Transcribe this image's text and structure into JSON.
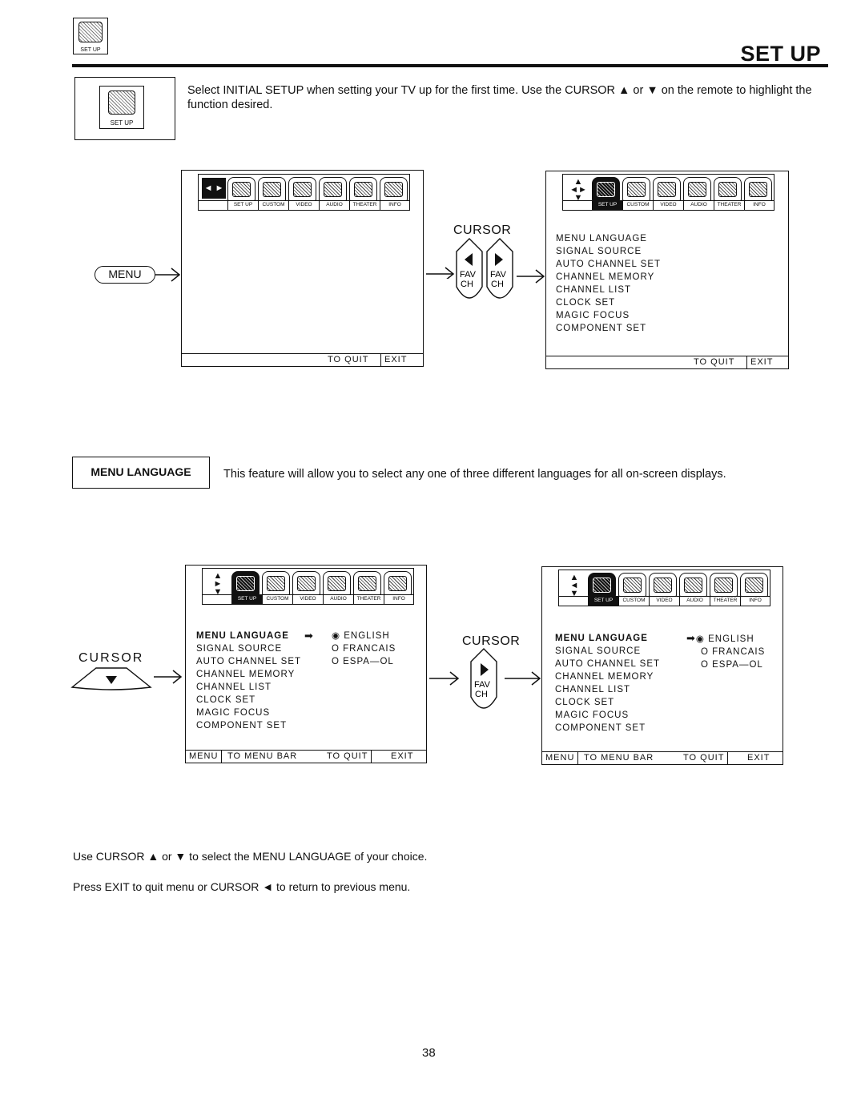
{
  "header": {
    "icon_label": "SET UP",
    "title": "SET UP"
  },
  "intro": {
    "icon_label": "SET UP",
    "text": "Select INITIAL SETUP when setting your TV up for the first time.  Use the CURSOR ▲ or ▼ on the remote to highlight the function desired."
  },
  "tabs": [
    "SET UP",
    "CUSTOM",
    "VIDEO",
    "AUDIO",
    "THEATER",
    "INFO"
  ],
  "menu_button": "MENU",
  "cursor_label": "CURSOR",
  "fav": {
    "top": "FAV",
    "bottom": "CH"
  },
  "setup_items": [
    "MENU LANGUAGE",
    "SIGNAL SOURCE",
    "AUTO CHANNEL SET",
    "CHANNEL MEMORY",
    "CHANNEL LIST",
    "CLOCK SET",
    "MAGIC FOCUS",
    "COMPONENT SET"
  ],
  "footer": {
    "to_quit": "TO QUIT",
    "exit": "EXIT",
    "menu": "MENU",
    "to_menu_bar": "TO MENU BAR"
  },
  "feature": {
    "label": "MENU LANGUAGE",
    "text": "This feature will allow you to select any one of three different languages for all on-screen displays."
  },
  "languages": [
    "ENGLISH",
    "FRANCAIS",
    "ESPA—OL"
  ],
  "instructions": [
    "Use CURSOR ▲ or ▼ to select the MENU LANGUAGE of your choice.",
    "Press EXIT to quit menu or CURSOR ◄ to return to previous menu."
  ],
  "page_number": "38",
  "icons": [
    "setup-icon",
    "custom-icon",
    "video-icon",
    "audio-icon",
    "theater-icon",
    "info-icon",
    "cursor-down-icon",
    "fav-ch-button-icon",
    "arrow-right-icon",
    "selected-radio-icon",
    "pointer-arrow-icon"
  ]
}
